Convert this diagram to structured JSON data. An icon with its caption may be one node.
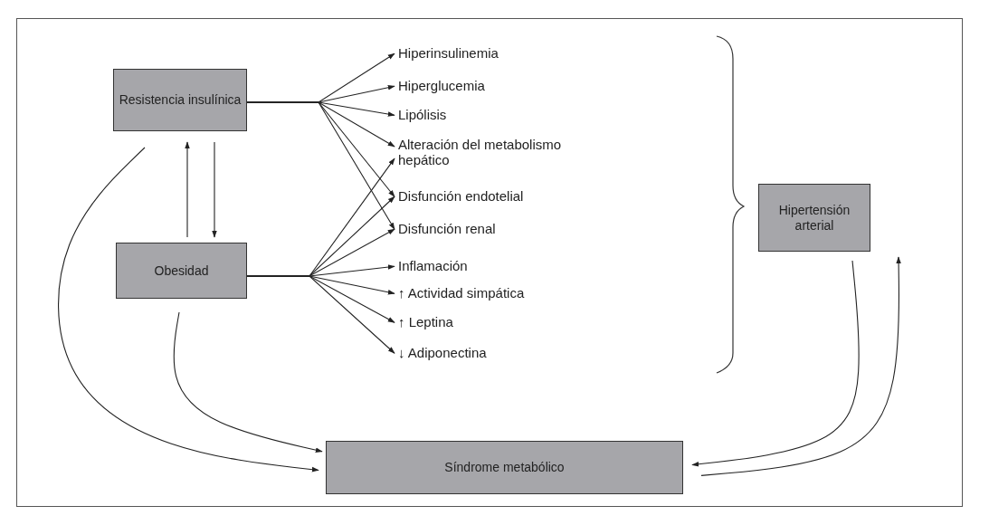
{
  "diagram": {
    "nodes": [
      {
        "text": [
          "Resistencia insulínica"
        ]
      },
      {
        "text": [
          "Obesidad"
        ]
      },
      {
        "text": [
          "Hipertensión arterial"
        ]
      },
      {
        "text": [
          "Síndrome metabólico"
        ]
      },
      {
        "text": [
          "Hiperinsulinemia"
        ]
      },
      {
        "text": [
          "Hiperglucemia"
        ]
      },
      {
        "text": [
          "Lipólisis"
        ]
      },
      {
        "text": [
          "Alteración del metabolismo hepático"
        ]
      },
      {
        "text": [
          "Disfunción endotelial"
        ]
      },
      {
        "text": [
          "Disfunción renal"
        ]
      },
      {
        "text": [
          "Inflamación"
        ]
      },
      {
        "text": [
          "↑ Actividad simpática"
        ]
      },
      {
        "text": [
          "↑ Leptina"
        ]
      },
      {
        "text": [
          "↓ Adiponectina"
        ]
      }
    ],
    "edges": [
      {
        "from": 0,
        "to": 1,
        "arrow": "to"
      },
      {
        "from": 1,
        "to": 0,
        "arrow": "to"
      },
      {
        "from": 0,
        "to": 4,
        "arrow": "to"
      },
      {
        "from": 0,
        "to": 5,
        "arrow": "to"
      },
      {
        "from": 0,
        "to": 6,
        "arrow": "to"
      },
      {
        "from": 0,
        "to": 7,
        "arrow": "to"
      },
      {
        "from": 0,
        "to": 8,
        "arrow": "to"
      },
      {
        "from": 0,
        "to": 9,
        "arrow": "to"
      },
      {
        "from": 1,
        "to": 7,
        "arrow": "to"
      },
      {
        "from": 1,
        "to": 8,
        "arrow": "to"
      },
      {
        "from": 1,
        "to": 9,
        "arrow": "to"
      },
      {
        "from": 1,
        "to": 10,
        "arrow": "to"
      },
      {
        "from": 1,
        "to": 11,
        "arrow": "to"
      },
      {
        "from": 1,
        "to": 12,
        "arrow": "to"
      },
      {
        "from": 1,
        "to": 13,
        "arrow": "to"
      },
      {
        "from": 0,
        "to": 3,
        "arrow": "to"
      },
      {
        "from": 1,
        "to": 3,
        "arrow": "to"
      },
      {
        "from": 2,
        "to": 3,
        "arrow": "to"
      },
      {
        "from": 3,
        "to": 2,
        "arrow": "to"
      }
    ]
  }
}
